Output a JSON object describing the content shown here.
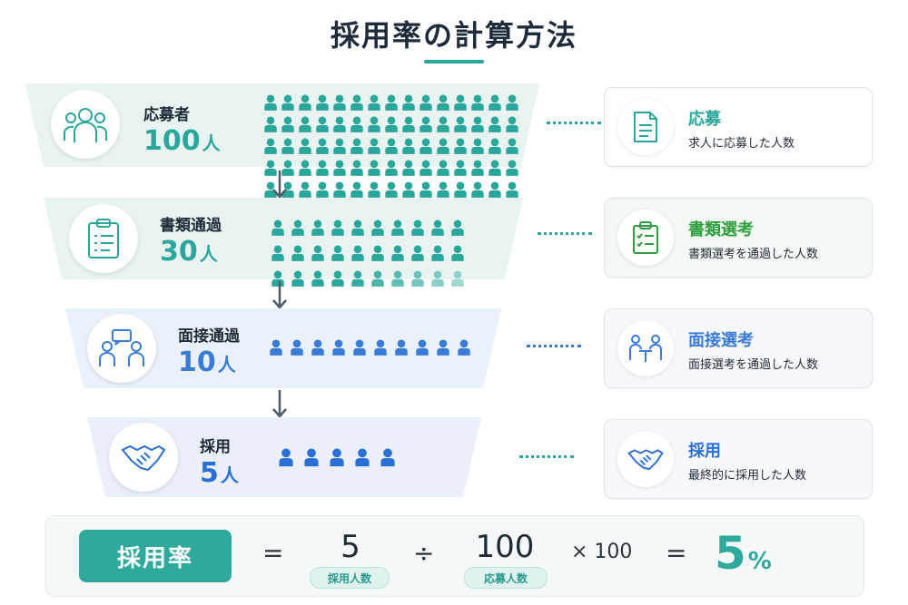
{
  "title": "採用率の計算方法",
  "stages": [
    {
      "label": "応募者",
      "count": "100",
      "unit": "人",
      "icon": "group-icon",
      "color": "#2aa79b"
    },
    {
      "label": "書類通過",
      "count": "30",
      "unit": "人",
      "icon": "clipboard-icon",
      "color": "#2aa79b"
    },
    {
      "label": "面接通過",
      "count": "10",
      "unit": "人",
      "icon": "interview-icon",
      "color": "#3a7bd5"
    },
    {
      "label": "採用",
      "count": "5",
      "unit": "人",
      "icon": "handshake-icon",
      "color": "#2a6fd6"
    }
  ],
  "cards": [
    {
      "title": "応募",
      "desc": "求人に応募した人数",
      "icon": "document-icon",
      "color": "#2aa79b"
    },
    {
      "title": "書類選考",
      "desc": "書類選考を通過した人数",
      "icon": "checklist-icon",
      "color": "#2f9e3f"
    },
    {
      "title": "面接選考",
      "desc": "面接選考を通過した人数",
      "icon": "meeting-icon",
      "color": "#3a7bd5"
    },
    {
      "title": "採用",
      "desc": "最終的に採用した人数",
      "icon": "handshake-icon",
      "color": "#2a6fd6"
    }
  ],
  "formula": {
    "rate_label": "採用率",
    "equals": "=",
    "numerator": "5",
    "numerator_label": "採用人数",
    "divide": "÷",
    "denominator": "100",
    "denominator_label": "応募人数",
    "multiply": "× 100",
    "equals2": "=",
    "result": "5",
    "result_unit": "%"
  }
}
